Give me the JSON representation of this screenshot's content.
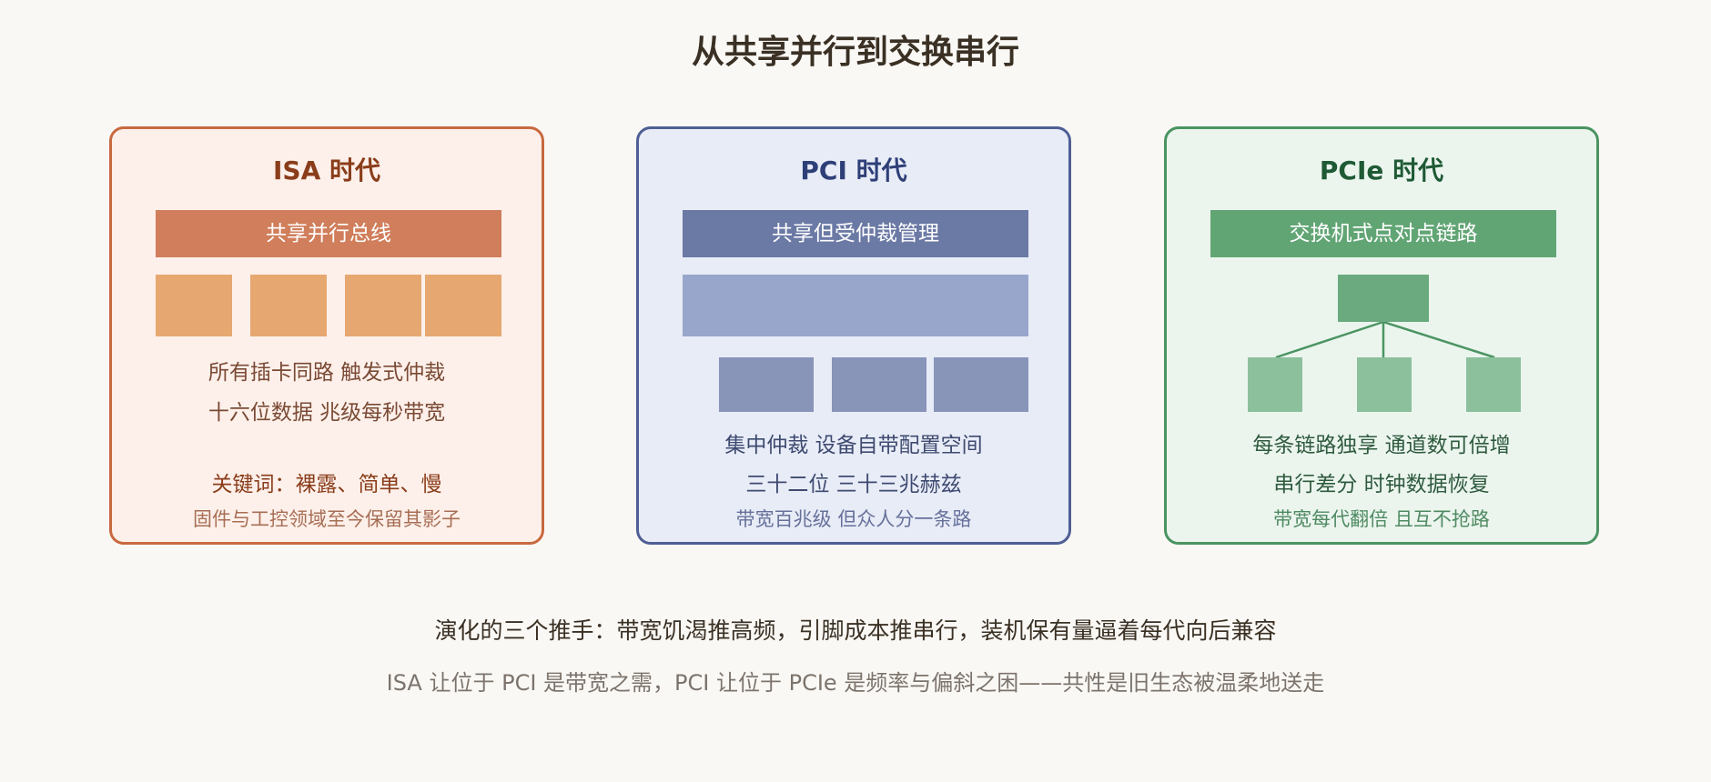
{
  "title": "从共享并行到交换串行",
  "colors": {
    "isa_border": "#c8693f",
    "isa_bg": "#fdf0ea",
    "isa_banner": "#d07e5b",
    "isa_block": "#e6a870",
    "isa_title": "#8a3d1a",
    "isa_text": "#7a4a35",
    "isa_note": "#a86e55",
    "pci_border": "#4f5f94",
    "pci_bg": "#e8ecf7",
    "pci_banner": "#6b79a5",
    "pci_bar": "#98a6cc",
    "pci_block": "#8894b8",
    "pci_title": "#2e3f78",
    "pci_text": "#3e4a70",
    "pci_note": "#66719a",
    "pcie_border": "#4b9462",
    "pcie_bg": "#ebf5ee",
    "pcie_banner": "#62a575",
    "pcie_switch": "#6aaa7e",
    "pcie_block": "#8cc09c",
    "pcie_title": "#1f5a35",
    "pcie_text": "#2f5a3e",
    "pcie_note": "#4f8a62"
  },
  "panels": {
    "isa": {
      "title": "ISA 时代",
      "banner": "共享并行总线",
      "line1": "所有插卡同路 触发式仲裁",
      "line2": "十六位数据 兆级每秒带宽",
      "line3": "关键词：裸露、简单、慢",
      "note": "固件与工控领域至今保留其影子"
    },
    "pci": {
      "title": "PCI 时代",
      "banner": "共享但受仲裁管理",
      "line1": "集中仲裁 设备自带配置空间",
      "line2": "三十二位 三十三兆赫兹",
      "note": "带宽百兆级 但众人分一条路"
    },
    "pcie": {
      "title": "PCIe 时代",
      "banner": "交换机式点对点链路",
      "line1": "每条链路独享 通道数可倍增",
      "line2": "串行差分 时钟数据恢复",
      "note": "带宽每代翻倍 且互不抢路"
    }
  },
  "summary": {
    "line1": "演化的三个推手：带宽饥渴推高频，引脚成本推串行，装机保有量逼着每代向后兼容",
    "line2": "ISA 让位于 PCI 是带宽之需，PCI 让位于 PCIe 是频率与偏斜之困——共性是旧生态被温柔地送走"
  }
}
